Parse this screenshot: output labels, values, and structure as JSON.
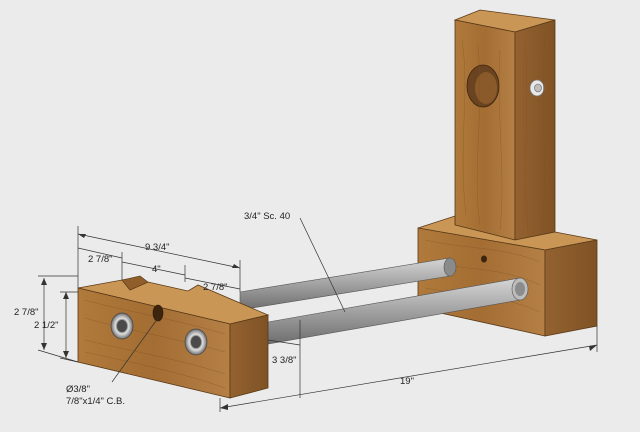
{
  "labels": {
    "pipe": "3/4\" Sc. 40",
    "overall_front": "9 3/4\"",
    "offset_left": "2 7/8\"",
    "slot_width": "4\"",
    "offset_right": "2 7/8\"",
    "block_height": "2 7/8\"",
    "hole_height": "2 1/2\"",
    "pipe_spacing": "3 3/8\"",
    "overall_length": "19\"",
    "hole_diameter": "Ø3/8\"",
    "counterbore": "7/8\"x1/4\" C.B."
  },
  "colors": {
    "wood_front": "#a8743a",
    "wood_side": "#8f5e2b",
    "wood_top": "#c08a4c",
    "pipe": "#9a9a9a",
    "background": "#ebebeb",
    "dimension_line": "#333333"
  }
}
